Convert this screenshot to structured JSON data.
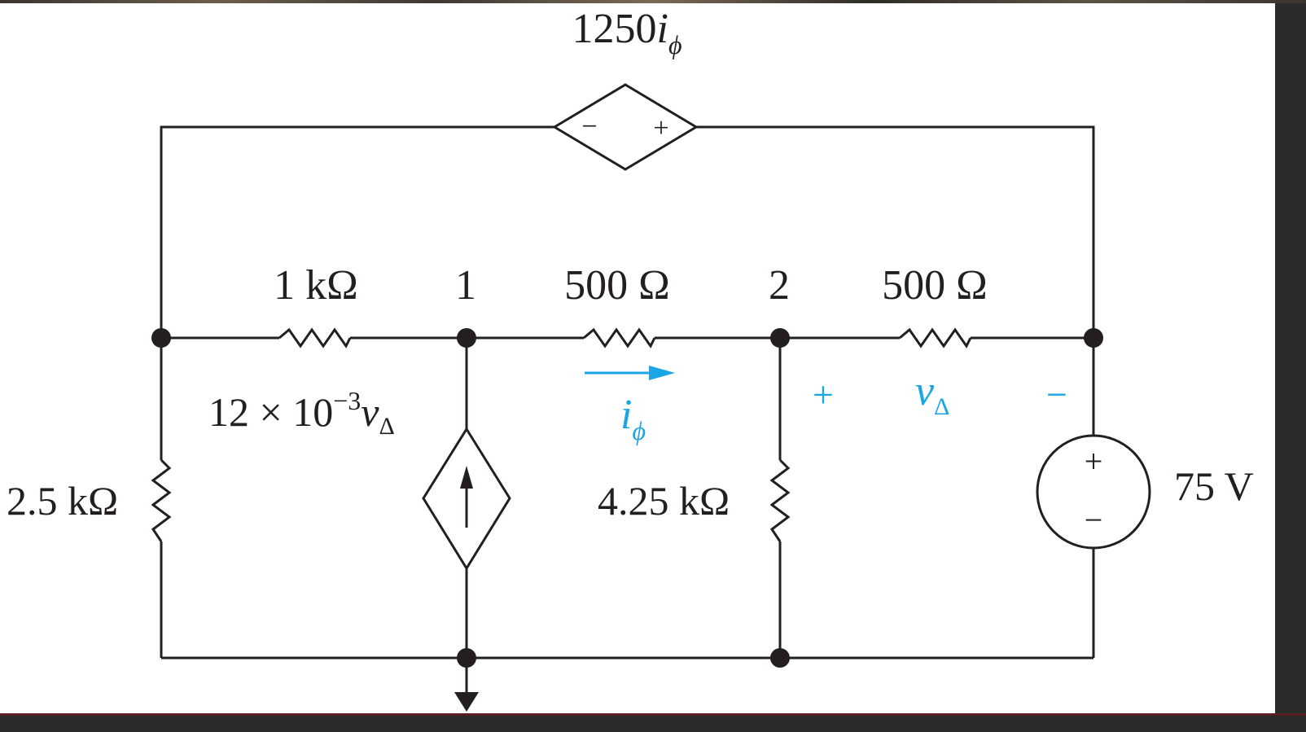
{
  "diagram": {
    "title": "",
    "accent_color": "#1aa6e6",
    "wire_color": "#231f20",
    "labels": {
      "top_source_coef": "1250",
      "top_source_var": "i",
      "top_source_sub": "ϕ",
      "top_source_minus": "−",
      "top_source_plus": "+",
      "r_1k": "1 kΩ",
      "node_1": "1",
      "r_500_mid": "500 Ω",
      "node_2": "2",
      "r_500_right": "500 Ω",
      "cs_coef": "12 × 10",
      "cs_exp": "−3",
      "cs_var": "v",
      "cs_sub": "Δ",
      "i_phi_var": "i",
      "i_phi_sub": "ϕ",
      "v_delta_plus": "+",
      "v_delta_var": "v",
      "v_delta_sub": "Δ",
      "v_delta_minus": "−",
      "r_2_5k": "2.5 kΩ",
      "r_4_25k": "4.25 kΩ",
      "vs_plus": "+",
      "vs_minus": "−",
      "vs_value": "75 V"
    }
  }
}
